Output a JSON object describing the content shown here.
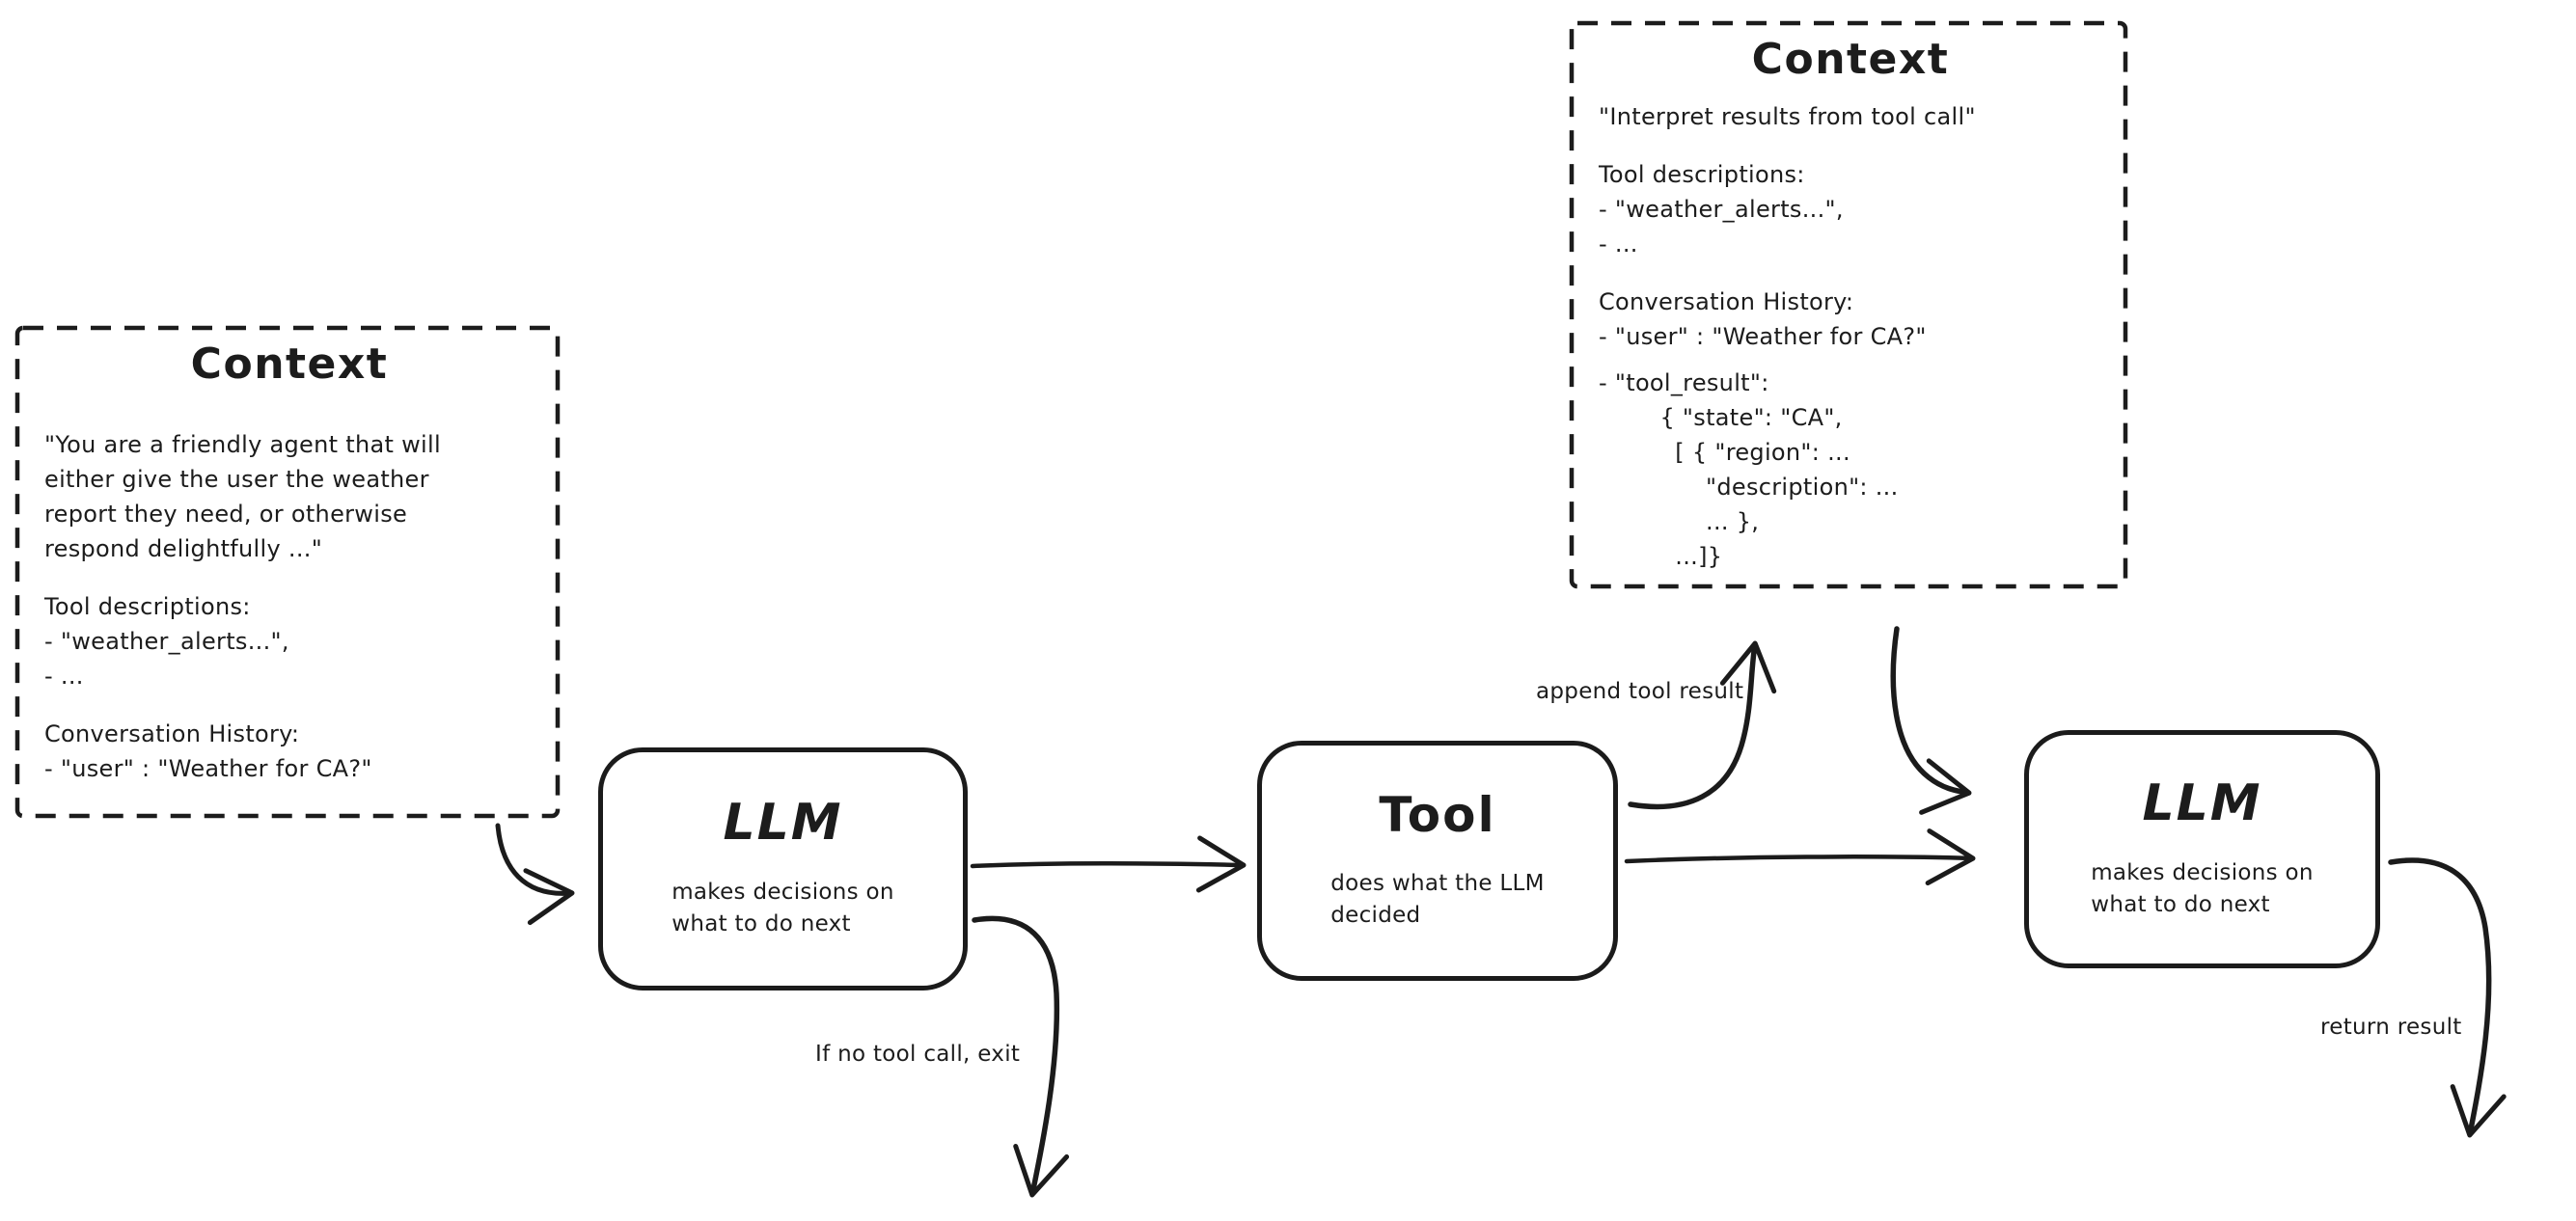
{
  "canvas": {
    "background": "#ffffff",
    "ink": "#1b1b1b"
  },
  "context_initial": {
    "title": "Context",
    "system_prompt": "\"You are a friendly agent that will\neither give the user the weather\nreport they need, or otherwise\nrespond delightfully ...\"",
    "tool_descriptions": "Tool descriptions:\n- \"weather_alerts...\",\n- ...",
    "conversation_history": "Conversation History:\n- \"user\" : \"Weather for CA?\""
  },
  "context_with_result": {
    "title": "Context",
    "system_prompt": "\"Interpret results from tool call\"",
    "tool_descriptions": "Tool descriptions:\n- \"weather_alerts...\",\n- ...",
    "conversation_history": "Conversation History:\n- \"user\" : \"Weather for CA?\"",
    "tool_result": "- \"tool_result\":\n        { \"state\": \"CA\",\n          [ { \"region\": ...\n              \"description\": ...\n              ... },\n          ...]}"
  },
  "nodes": {
    "llm_first": {
      "title": "LLM",
      "subtitle": "makes decisions on\nwhat to do next"
    },
    "tool": {
      "title": "Tool",
      "subtitle": "does what the LLM\ndecided"
    },
    "llm_second": {
      "title": "LLM",
      "subtitle": "makes decisions on\nwhat to do next"
    }
  },
  "edge_labels": {
    "append_tool_result": "append tool result",
    "if_no_tool_call_exit": "If no tool call, exit",
    "return_result": "return result"
  }
}
